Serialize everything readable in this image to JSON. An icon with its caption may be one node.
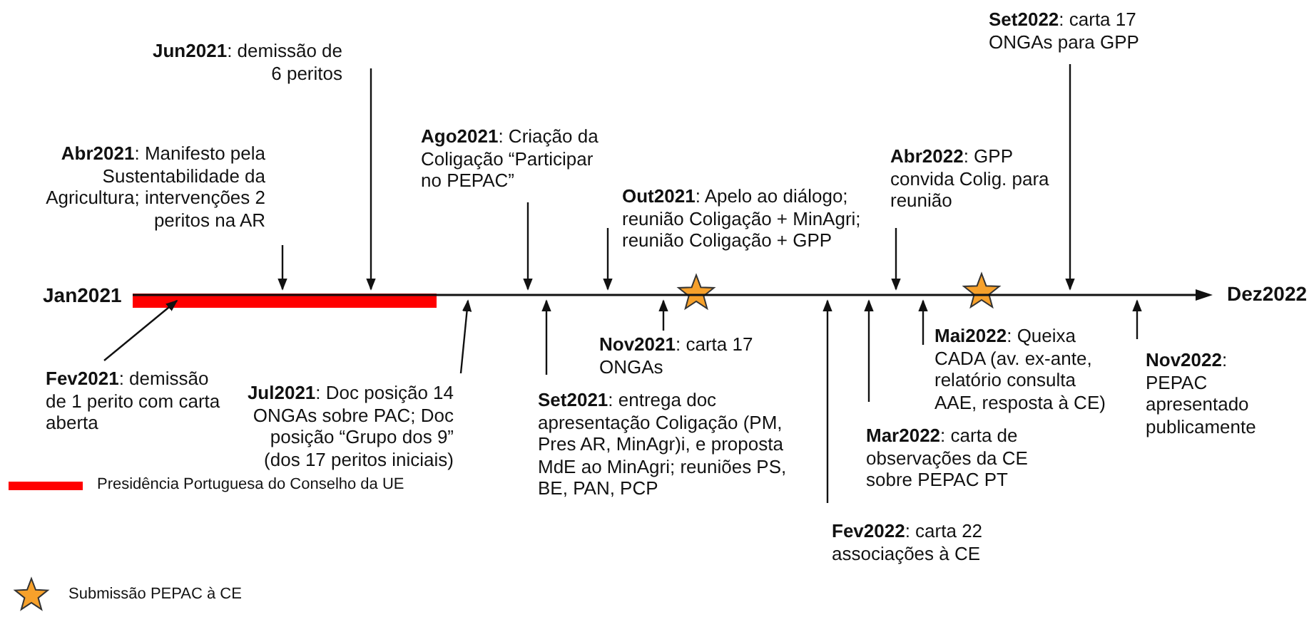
{
  "diagram": {
    "nodes": [
      {
        "text": [
          "**Jun2021**: demissão de 6 peritos"
        ]
      },
      {
        "text": [
          "**Abr2021**: Manifesto pela Sustentabilidade da Agricultura; intervenções 2 peritos na AR"
        ]
      },
      {
        "text": [
          "**Ago2021**: Criação da Coligação “Participar no PEPAC”"
        ]
      },
      {
        "text": [
          "**Out2021**: Apelo ao diálogo; reunião Coligação + MinAgri; reunião Coligação + GPP"
        ]
      },
      {
        "text": [
          "**Abr2022**: GPP convida Colig. para reunião"
        ]
      },
      {
        "text": [
          "**Set2022**: carta 17 ONGAs para GPP"
        ]
      },
      {
        "text": [
          "**Fev2021**: demissão de 1 perito com carta aberta"
        ]
      },
      {
        "text": [
          "**Jul2021**: Doc posição 14 ONGAs sobre PAC; Doc posição “Grupo dos 9” (dos 17 peritos iniciais)"
        ]
      },
      {
        "text": [
          "**Nov2021**: carta 17 ONGAs"
        ]
      },
      {
        "text": [
          "**Set2021**: entrega doc apresentação Coligação (PM, Pres AR, MinAgr)i, e proposta MdE ao MinAgri; reuniões PS, BE, PAN, PCP"
        ]
      },
      {
        "text": [
          "**Fev2022**: carta 22 associações à CE"
        ]
      },
      {
        "text": [
          "**Mar2022**: carta de observações da CE sobre PEPAC PT"
        ]
      },
      {
        "text": [
          "**Mai2022**: Queixa CADA (av. ex-ante, relatório consulta AAE, resposta à CE)"
        ]
      },
      {
        "text": [
          "**Nov2022**: PEPAC apresentado publicamente"
        ]
      },
      {
        "text": [],
        "shape": "line",
        "beside": [
          "Jan2021",
          "Dez2022"
        ]
      }
    ],
    "edges": [
      {
        "from": 0,
        "to": 14,
        "arrow": "to"
      },
      {
        "from": 1,
        "to": 14,
        "arrow": "to"
      },
      {
        "from": 2,
        "to": 14,
        "arrow": "to"
      },
      {
        "from": 3,
        "to": 14,
        "arrow": "to"
      },
      {
        "from": 4,
        "to": 14,
        "arrow": "to"
      },
      {
        "from": 5,
        "to": 14,
        "arrow": "to"
      },
      {
        "from": 6,
        "to": 14,
        "arrow": "to"
      },
      {
        "from": 7,
        "to": 14,
        "arrow": "to"
      },
      {
        "from": 8,
        "to": 14,
        "arrow": "to"
      },
      {
        "from": 9,
        "to": 14,
        "arrow": "to"
      },
      {
        "from": 10,
        "to": 14,
        "arrow": "to"
      },
      {
        "from": 11,
        "to": 14,
        "arrow": "to"
      },
      {
        "from": 12,
        "to": 14,
        "arrow": "to"
      },
      {
        "from": 13,
        "to": 14,
        "arrow": "to"
      }
    ],
    "legend": [
      {
        "text": "Presidência Portuguesa do Conselho da UE",
        "color": "#ff0000"
      },
      {
        "text": "Submissão PEPAC à CE"
      }
    ]
  }
}
